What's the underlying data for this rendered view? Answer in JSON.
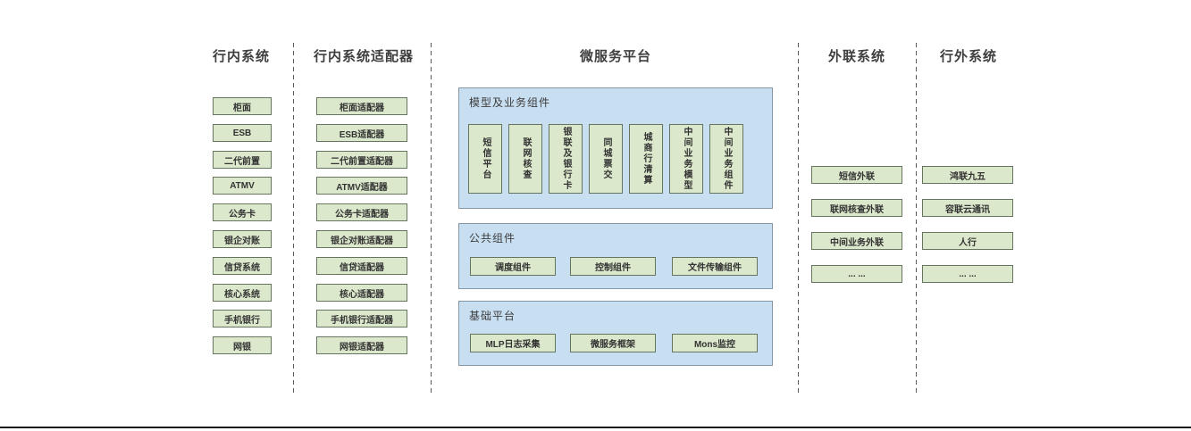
{
  "columns": {
    "internal": {
      "title": "行内系统",
      "items": [
        "柜面",
        "ESB",
        "二代前置",
        "ATMV",
        "公务卡",
        "银企对账",
        "信贷系统",
        "核心系统",
        "手机银行",
        "网银"
      ]
    },
    "adapters": {
      "title": "行内系统适配器",
      "items": [
        "柜面适配器",
        "ESB适配器",
        "二代前置适配器",
        "ATMV适配器",
        "公务卡适配器",
        "银企对账适配器",
        "信贷适配器",
        "核心适配器",
        "手机银行适配器",
        "网银适配器"
      ]
    },
    "platform": {
      "title": "微服务平台",
      "groups": [
        {
          "label": "模型及业务组件",
          "items": [
            "短信平台",
            "联网核查",
            "银联及银行卡",
            "同城票交",
            "城商行清算",
            "中间业务模型",
            "中间业务组件"
          ]
        },
        {
          "label": "公共组件",
          "items": [
            "调度组件",
            "控制组件",
            "文件传输组件"
          ]
        },
        {
          "label": "基础平台",
          "items": [
            "MLP日志采集",
            "微服务框架",
            "Mons监控"
          ]
        }
      ]
    },
    "external_link": {
      "title": "外联系统",
      "items": [
        "短信外联",
        "联网核查外联",
        "中间业务外联",
        "... ..."
      ]
    },
    "external": {
      "title": "行外系统",
      "items": [
        "鸿联九五",
        "容联云通讯",
        "人行",
        "... ..."
      ]
    }
  },
  "colors": {
    "box_fill": "#dbe8cb",
    "box_border": "#66755f",
    "panel_fill": "#c8def1",
    "panel_border": "#8497a6",
    "divider": "#595959",
    "heading_text": "#3f3f3f",
    "bottom_rule": "#1a1a1a"
  }
}
